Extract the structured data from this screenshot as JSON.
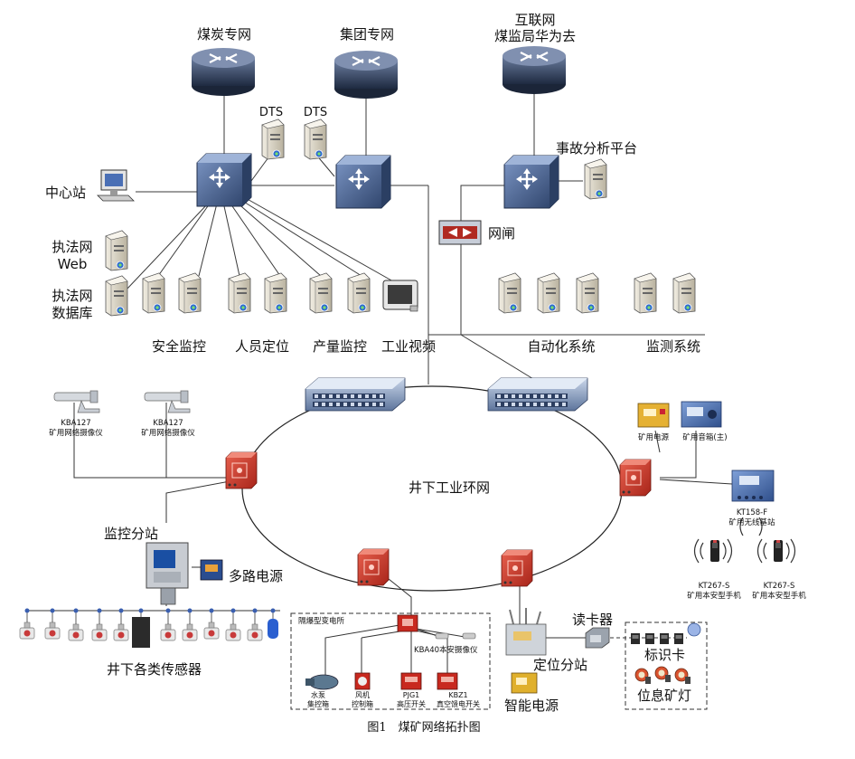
{
  "labels": {
    "coal_network": "煤炭专网",
    "group_network": "集团专网",
    "internet": "互联网",
    "coal_bureau": "煤监局华为去",
    "dts_1": "DTS",
    "dts_2": "DTS",
    "accident_platform": "事故分析平台",
    "center_station": "中心站",
    "enforcement_web_line1": "执法网",
    "enforcement_web_line2": "Web",
    "enforcement_db_line1": "执法网",
    "enforcement_db_line2": "数据库",
    "gatekeeper": "网闸",
    "safety_monitoring": "安全监控",
    "personnel_positioning": "人员定位",
    "output_monitoring": "产量监控",
    "industrial_video": "工业视频",
    "automation_system": "自动化系统",
    "monitoring_system": "监测系统",
    "ring_network": "井下工业环网",
    "camera1_model": "KBA127",
    "camera1_name": "矿用网络摄像仪",
    "camera2_model": "KBA127",
    "camera2_name": "矿用网络摄像仪",
    "mine_power": "矿用电源",
    "mine_speaker": "矿用音箱(主)",
    "base_station_model": "KT158-F",
    "base_station_name": "矿用无线基站",
    "phone1_model": "KT267-S",
    "phone1_name": "矿用本安型手机",
    "phone2_model": "KT267-S",
    "phone2_name": "矿用本安型手机",
    "monitoring_substation": "监控分站",
    "multi_power": "多路电源",
    "sensors": "井下各类传感器",
    "substation": "隔爆型变电所",
    "kba40_camera": "KBA40本安摄像仪",
    "pump_line1": "水泵",
    "pump_line2": "集控箱",
    "fan_line1": "风机",
    "fan_line2": "控制箱",
    "pjg1_line1": "PJG1",
    "pjg1_line2": "高压开关",
    "kbz1_line1": "KBZ1",
    "kbz1_line2": "真空馈电开关",
    "card_reader": "读卡器",
    "positioning_substation": "定位分站",
    "smart_power": "智能电源",
    "id_card": "标识卡",
    "info_lamp": "位息矿灯"
  },
  "caption": "图1　煤矿网络拓扑图",
  "colors": {
    "cloud": "#34445e",
    "switch": "#3f5a86",
    "server": "#d6d0c0",
    "node": "#d23a2c",
    "cable": "#9a9a9a"
  }
}
